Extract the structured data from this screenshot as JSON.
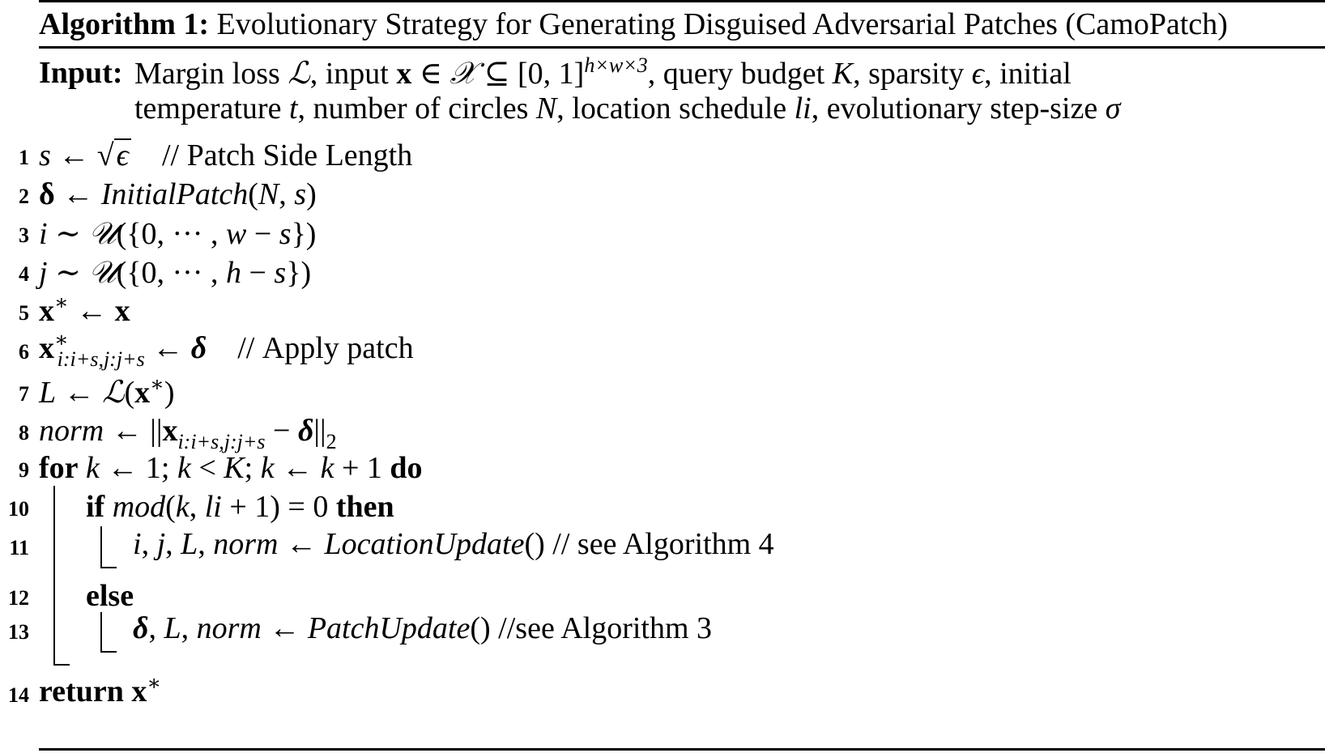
{
  "algorithm": {
    "caption_label": "Algorithm 1:",
    "caption_title": "Evolutionary Strategy for Generating Disguised Adversarial Patches (CamoPatch)",
    "input_label": "Input:",
    "input_line1_a": "Margin loss ",
    "input_line1_b": ", input ",
    "input_line1_c": ", query budget ",
    "input_line1_d": ", sparsity ",
    "input_line1_e": ", initial",
    "input_line2_a": "temperature ",
    "input_line2_b": ", number of circles ",
    "input_line2_c": ", location schedule ",
    "input_line2_d": ", evolutionary step-size ",
    "comments": {
      "c1": "// Patch Side Length",
      "c6": "// Apply patch",
      "c11": "// see Algorithm 4",
      "c13": "//see Algorithm 3"
    },
    "keywords": {
      "for": "for",
      "do": "do",
      "if": "if",
      "then": "then",
      "else": "else",
      "return": "return"
    },
    "line_numbers": [
      "1",
      "2",
      "3",
      "4",
      "5",
      "6",
      "7",
      "8",
      "9",
      "10",
      "11",
      "12",
      "13",
      "14"
    ]
  }
}
